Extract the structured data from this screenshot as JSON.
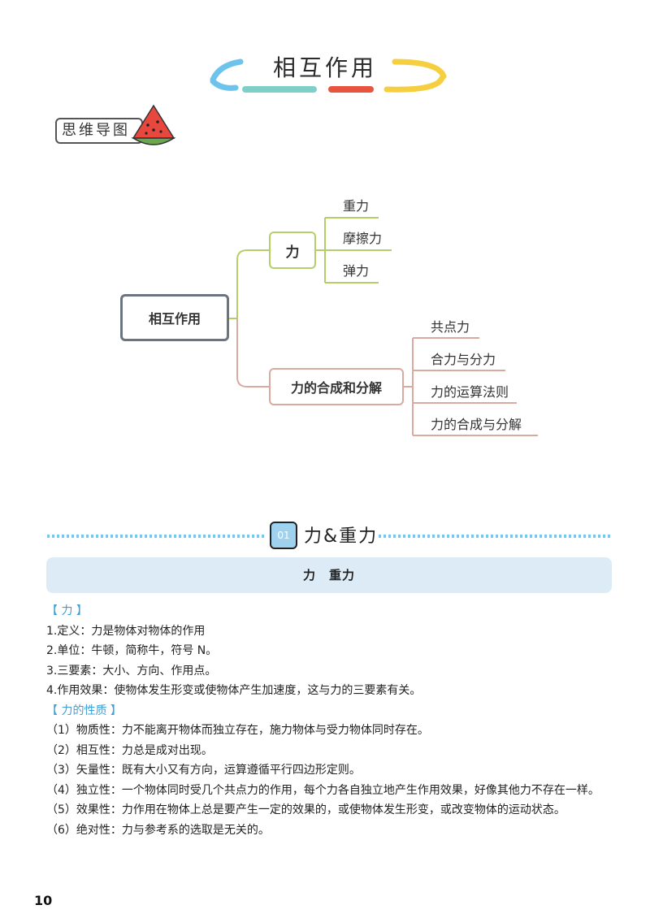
{
  "title": "相互作用",
  "mind_map": {
    "tag_label": "思维导图",
    "root": "相互作用",
    "branch1": {
      "label": "力",
      "children": [
        "重力",
        "摩擦力",
        "弹力"
      ]
    },
    "branch2": {
      "label": "力的合成和分解",
      "children": [
        "共点力",
        "合力与分力",
        "力的运算法则",
        "力的合成与分解"
      ]
    }
  },
  "section": {
    "number": "01",
    "title": "力&重力",
    "bar_title": "力　重力"
  },
  "content": {
    "heading1": "【 力 】",
    "items1": [
      "1.定义：力是物体对物体的作用",
      "2.单位：牛顿，简称牛，符号 N。",
      "3.三要素：大小、方向、作用点。",
      "4.作用效果：使物体发生形变或使物体产生加速度，这与力的三要素有关。"
    ],
    "heading2": "【 力的性质 】",
    "items2": [
      "（1）物质性：力不能离开物体而独立存在，施力物体与受力物体同时存在。",
      "（2）相互性：力总是成对出现。",
      "（3）矢量性：既有大小又有方向，运算遵循平行四边形定则。",
      "（4）独立性：一个物体同时受几个共点力的作用，每个力各自独立地产生作用效果，好像其他力不存在一样。",
      "（5）效果性：力作用在物体上总是要产生一定的效果的，或使物体发生形变，或改变物体的运动状态。",
      "（6）绝对性：力与参考系的选取是无关的。"
    ]
  },
  "page_number": "10",
  "colors": {
    "stripe_blue": "#6ec3ec",
    "stripe_teal": "#7fcfc9",
    "stripe_red": "#e8553e",
    "stripe_yellow": "#f5cf3f",
    "branch_green": "#b4cf6a",
    "branch_pink": "#d9aaa0",
    "root_border": "#6b7480",
    "accent_blue": "#3aa0d8",
    "bar_bg": "#dcebf5"
  },
  "icons": [
    "watermelon-icon"
  ]
}
